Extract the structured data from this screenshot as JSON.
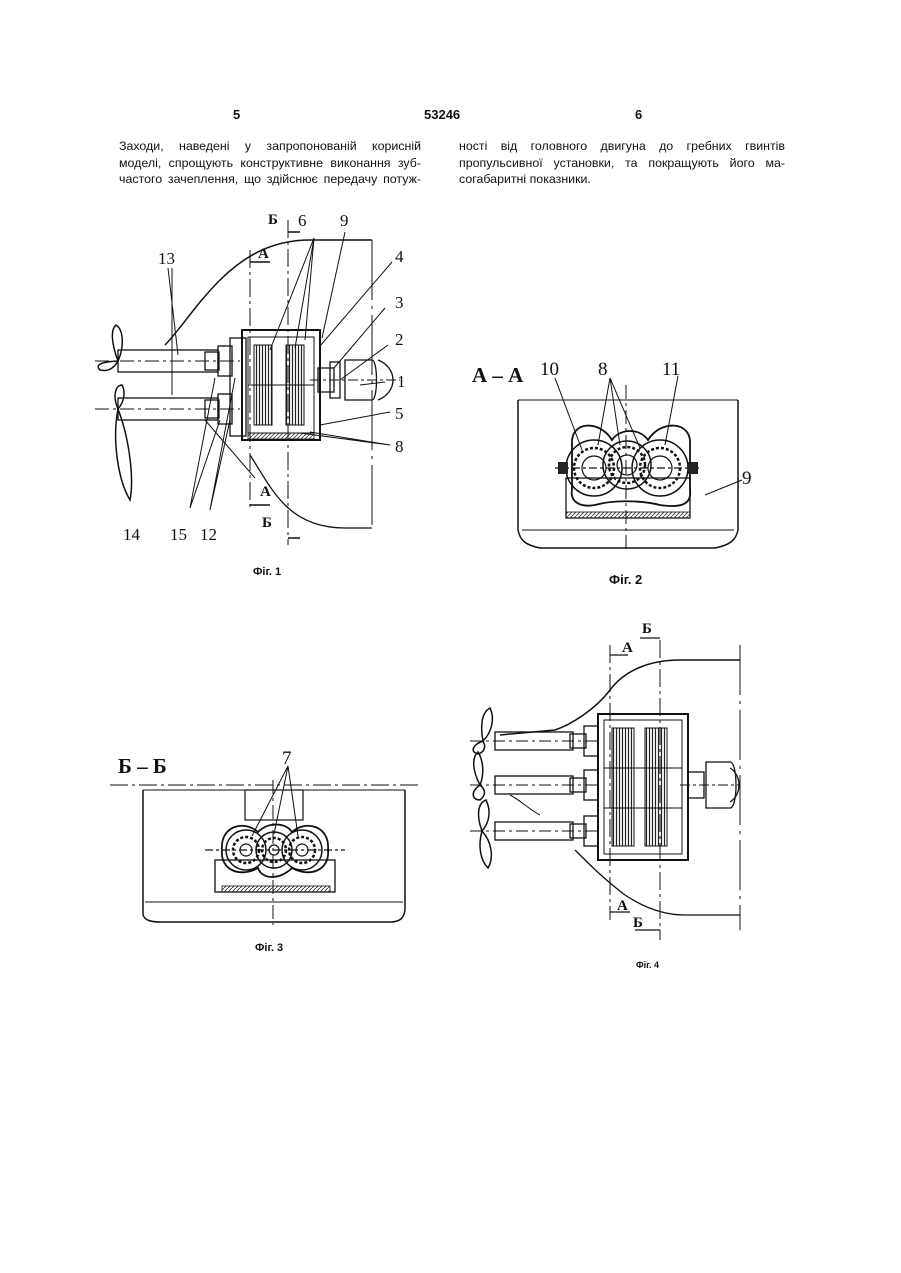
{
  "header": {
    "page_left": "5",
    "doc_number": "53246",
    "page_right": "6"
  },
  "text": {
    "left_col": [
      "Заходи, наведені у запропонованій корисній",
      "моделі, спрощують конструктивне виконання зуб-",
      "частого зачеплення, що здійснює передачу потуж-"
    ],
    "right_col": [
      "ності від головного двигуна до гребних гвинтів",
      "пропульсивної установки, та покращують його ма-",
      "согабаритні показники."
    ]
  },
  "captions": {
    "fig1": "Фіг. 1",
    "fig2": "Фіг. 2",
    "fig3": "Фіг. 3",
    "fig4": "Фіг. 4"
  },
  "fig1": {
    "labels": {
      "n13": "13",
      "n6": "6",
      "n9": "9",
      "n4": "4",
      "n3": "3",
      "n2": "2",
      "n1": "1",
      "n5": "5",
      "n8": "8",
      "n14": "14",
      "n15": "15",
      "n12": "12"
    },
    "sections": {
      "a_top": "А",
      "b_top": "Б",
      "a_bot": "А",
      "b_bot": "Б"
    }
  },
  "fig2": {
    "title": "А – А",
    "labels": {
      "n10": "10",
      "n8": "8",
      "n11": "11",
      "n9": "9"
    }
  },
  "fig3": {
    "title": "Б – Б",
    "labels": {
      "n7": "7"
    }
  },
  "fig4": {
    "sections": {
      "a_top": "А",
      "b_top": "Б",
      "a_bot": "А",
      "b_bot": "Б"
    }
  }
}
